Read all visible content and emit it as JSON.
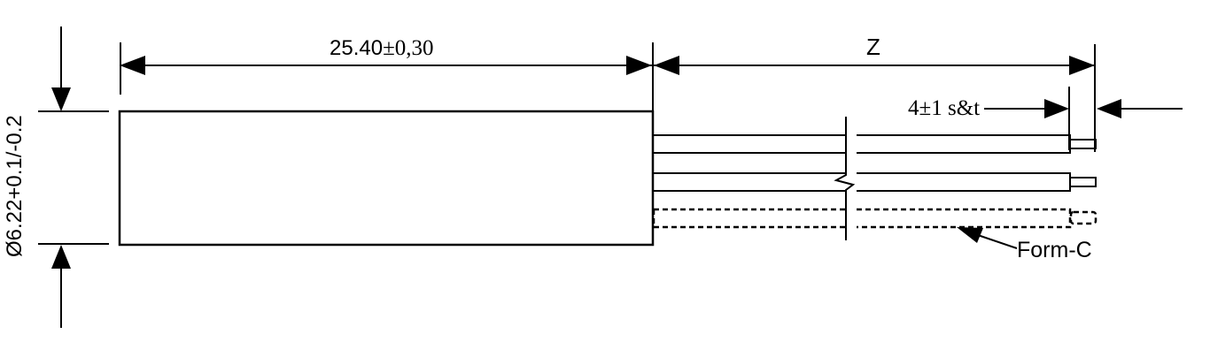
{
  "colors": {
    "line": "#000000",
    "background": "#ffffff"
  },
  "dimensions": {
    "body_length": {
      "value": "25.40",
      "tolerance": "±0,30"
    },
    "lead_length": "Z",
    "strip_tin": "4±1 s&t",
    "diameter": "Ø6.22+0.1/-0.2"
  },
  "labels": {
    "form_c": "Form-C"
  }
}
